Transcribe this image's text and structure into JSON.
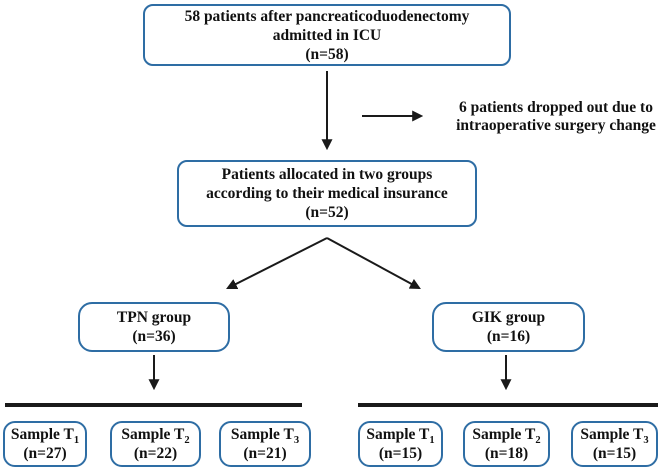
{
  "figure": {
    "enrollment_box": {
      "line1": "58 patients after pancreaticoduodenectomy",
      "line2": "admitted in ICU",
      "line3": "(n=58)"
    },
    "dropout_note": {
      "line1": "6 patients dropped out due to",
      "line2": "intraoperative surgery change"
    },
    "allocation_box": {
      "line1": "Patients allocated in two groups",
      "line2": "according to their medical insurance",
      "line3": "(n=52)"
    },
    "tpn_box": {
      "line1": "TPN group",
      "line2": "(n=36)"
    },
    "gik_box": {
      "line1": "GIK group",
      "line2": "(n=16)"
    },
    "tpn_samples": [
      {
        "title": "Sample T",
        "subscript": "1",
        "count": "(n=27)"
      },
      {
        "title": "Sample T",
        "subscript": "2",
        "count": "(n=22)"
      },
      {
        "title": "Sample T",
        "subscript": "3",
        "count": "(n=21)"
      }
    ],
    "gik_samples": [
      {
        "title": "Sample T",
        "subscript": "1",
        "count": "(n=15)"
      },
      {
        "title": "Sample T",
        "subscript": "2",
        "count": "(n=18)"
      },
      {
        "title": "Sample T",
        "subscript": "3",
        "count": "(n=15)"
      }
    ],
    "colors": {
      "box_border": "#2e6da4",
      "line_ink": "#1a1a1a",
      "text": "#111111",
      "background": "#ffffff"
    }
  }
}
